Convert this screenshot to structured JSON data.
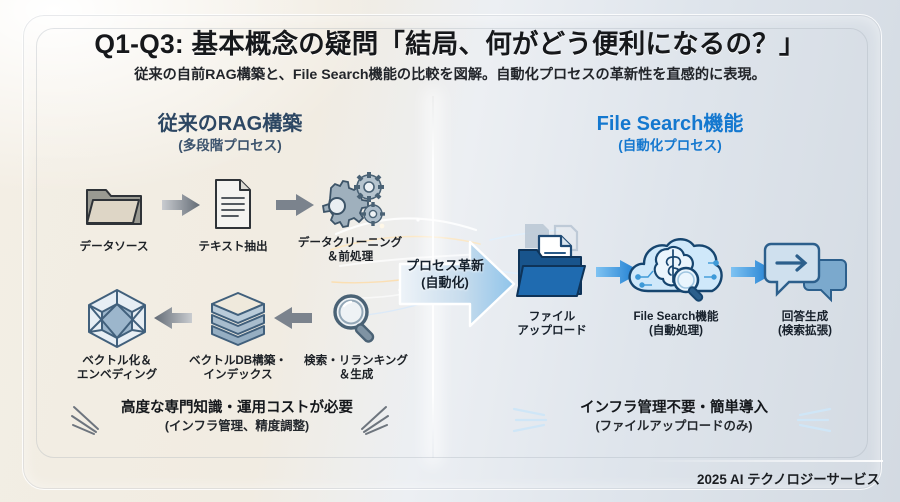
{
  "header": {
    "title": "Q1-Q3: 基本概念の疑問「結局、何がどう便利になるの？」",
    "subtitle": "従来の自前RAG構築と、File Search機能の比較を図解。自動化プロセスの革新性を直感的に表現。"
  },
  "left": {
    "heading": "従来のRAG構築",
    "subheading": "(多段階プロセス)",
    "nodes": [
      {
        "label": "データソース",
        "icon": "folder-icon"
      },
      {
        "label": "テキスト抽出",
        "icon": "document-icon"
      },
      {
        "label": "データクリーニング\n＆前処理",
        "icon": "gears-icon"
      },
      {
        "label": "ベクトル化＆\nエンベディング",
        "icon": "vector-cube-icon"
      },
      {
        "label": "ベクトルDB構築・\nインデックス",
        "icon": "database-stack-icon"
      },
      {
        "label": "検索・リランキング\n＆生成",
        "icon": "magnifier-icon"
      }
    ],
    "caption_main": "高度な専門知識・運用コストが必要",
    "caption_sub": "(インフラ管理、精度調整)"
  },
  "center": {
    "arrow_label_main": "プロセス革新",
    "arrow_label_sub": "(自動化)"
  },
  "right": {
    "heading": "File Search機能",
    "subheading": "(自動化プロセス)",
    "nodes": [
      {
        "label": "ファイル\nアップロード",
        "icon": "file-upload-folder-icon"
      },
      {
        "label": "File Search機能\n(自動処理)",
        "icon": "cloud-brain-search-icon"
      },
      {
        "label": "回答生成\n(検索拡張)",
        "icon": "chat-response-icon"
      }
    ],
    "caption_main": "インフラ管理不要・簡単導入",
    "caption_sub": "(ファイルアップロードのみ)"
  },
  "footer": {
    "text": "2025 AI テクノロジーサービス"
  },
  "colors": {
    "left_bg": "#f2ede3",
    "right_bg": "#d6dde4",
    "left_heading": "#2d4763",
    "right_heading": "#1478cf",
    "icon_steel": "#8fa3b4",
    "icon_outline": "#3d5468",
    "blue_accent": "#1d7fd6",
    "deep_blue": "#164a77"
  }
}
